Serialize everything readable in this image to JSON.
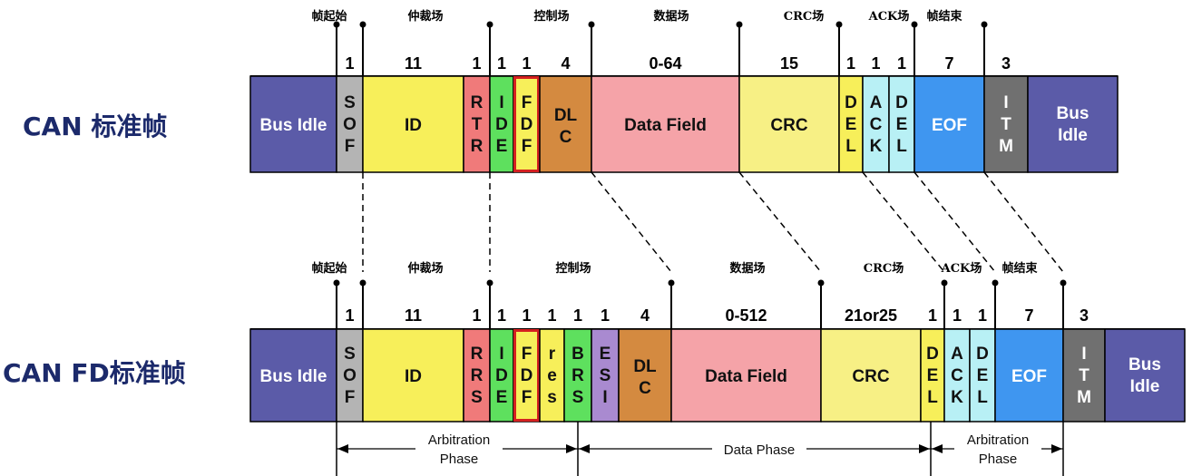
{
  "rows": [
    {
      "id": "can",
      "label": "CAN 标准帧",
      "groups": [
        "帧起始",
        "仲裁场",
        "控制场",
        "数据场",
        "CRC场",
        "ACK场",
        "帧结束"
      ],
      "fields": [
        {
          "name": "Bus Idle",
          "bits": "",
          "color": "#5b5ba8"
        },
        {
          "name": "SOF",
          "bits": "1",
          "color": "#b4b4b4",
          "vertical": true
        },
        {
          "name": "ID",
          "bits": "11",
          "color": "#f7ef5a"
        },
        {
          "name": "RTR",
          "bits": "1",
          "color": "#f07a7a",
          "vertical": true
        },
        {
          "name": "IDE",
          "bits": "1",
          "color": "#5ee05e",
          "vertical": true
        },
        {
          "name": "FDF",
          "bits": "1",
          "color": "#f7ef5a",
          "vertical": true,
          "highlight": "#d42020"
        },
        {
          "name": "DLC",
          "bits": "4",
          "color": "#d48a40"
        },
        {
          "name": "Data Field",
          "bits": "0-64",
          "color": "#f5a3a8"
        },
        {
          "name": "CRC",
          "bits": "15",
          "color": "#f7f085"
        },
        {
          "name": "DEL",
          "bits": "1",
          "color": "#f7ef5a",
          "vertical": true
        },
        {
          "name": "ACK",
          "bits": "1",
          "color": "#b8f0f5",
          "vertical": true
        },
        {
          "name": "DEL",
          "bits": "1",
          "color": "#b8f0f5",
          "vertical": true
        },
        {
          "name": "EOF",
          "bits": "7",
          "color": "#3f96f0"
        },
        {
          "name": "ITM",
          "bits": "3",
          "color": "#707070",
          "vertical": true
        },
        {
          "name": "Bus Idle",
          "bits": "",
          "color": "#5b5ba8"
        }
      ]
    },
    {
      "id": "canfd",
      "label": "CAN FD标准帧",
      "groups": [
        "帧起始",
        "仲裁场",
        "控制场",
        "数据场",
        "CRC场",
        "ACK场",
        "帧结束"
      ],
      "fields": [
        {
          "name": "Bus Idle",
          "bits": "",
          "color": "#5b5ba8"
        },
        {
          "name": "SOF",
          "bits": "1",
          "color": "#b4b4b4",
          "vertical": true
        },
        {
          "name": "ID",
          "bits": "11",
          "color": "#f7ef5a"
        },
        {
          "name": "RRS",
          "bits": "1",
          "color": "#f07a7a",
          "vertical": true
        },
        {
          "name": "IDE",
          "bits": "1",
          "color": "#5ee05e",
          "vertical": true
        },
        {
          "name": "FDF",
          "bits": "1",
          "color": "#f7ef5a",
          "vertical": true,
          "highlight": "#d42020"
        },
        {
          "name": "res",
          "bits": "1",
          "color": "#f7ef5a",
          "vertical": true
        },
        {
          "name": "BRS",
          "bits": "1",
          "color": "#5ee05e",
          "vertical": true
        },
        {
          "name": "ESI",
          "bits": "1",
          "color": "#a98ad0",
          "vertical": true
        },
        {
          "name": "DLC",
          "bits": "4",
          "color": "#d48a40"
        },
        {
          "name": "Data Field",
          "bits": "0-512",
          "color": "#f5a3a8"
        },
        {
          "name": "CRC",
          "bits": "21or25",
          "color": "#f7f085"
        },
        {
          "name": "DEL",
          "bits": "1",
          "color": "#f7ef5a",
          "vertical": true
        },
        {
          "name": "ACK",
          "bits": "1",
          "color": "#b8f0f5",
          "vertical": true
        },
        {
          "name": "DEL",
          "bits": "1",
          "color": "#b8f0f5",
          "vertical": true
        },
        {
          "name": "EOF",
          "bits": "7",
          "color": "#3f96f0"
        },
        {
          "name": "ITM",
          "bits": "3",
          "color": "#707070",
          "vertical": true
        },
        {
          "name": "Bus Idle",
          "bits": "",
          "color": "#5b5ba8"
        }
      ]
    }
  ],
  "phases": [
    "Arbitration Phase",
    "Data Phase",
    "Arbitration Phase"
  ]
}
